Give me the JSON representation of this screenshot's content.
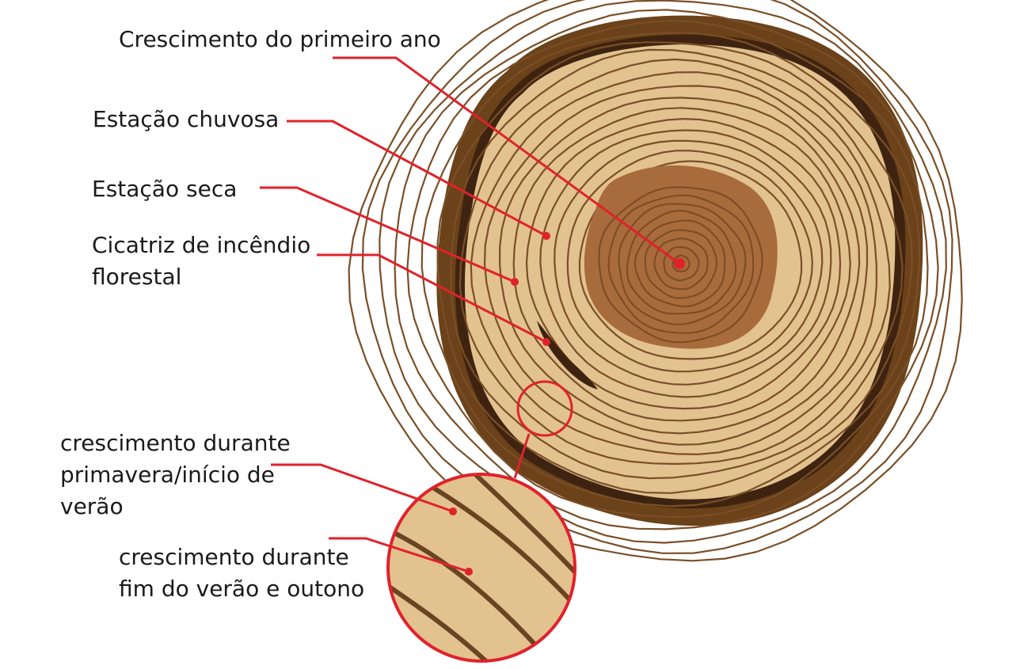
{
  "labels": {
    "first_year_growth": "Crescimento do primeiro ano",
    "rainy_season": "Estação chuvosa",
    "dry_season": "Estação seca",
    "fire_scar_line1": "Cicatriz de incêndio",
    "fire_scar_line2": "florestal",
    "spring_growth_line1": "crescimento durante",
    "spring_growth_line2": "primavera/início de",
    "spring_growth_line3": "verão",
    "autumn_growth_line1": "crescimento durante",
    "autumn_growth_line2": "fim do verão e outono"
  },
  "colors": {
    "bark_outer": "#6b4219",
    "bark_inner": "#3e2410",
    "sapwood": "#e2c28f",
    "ring_line": "#7a4f27",
    "heartwood": "#a86b3c",
    "pith": "#c97a44",
    "leader": "#e0222b"
  }
}
